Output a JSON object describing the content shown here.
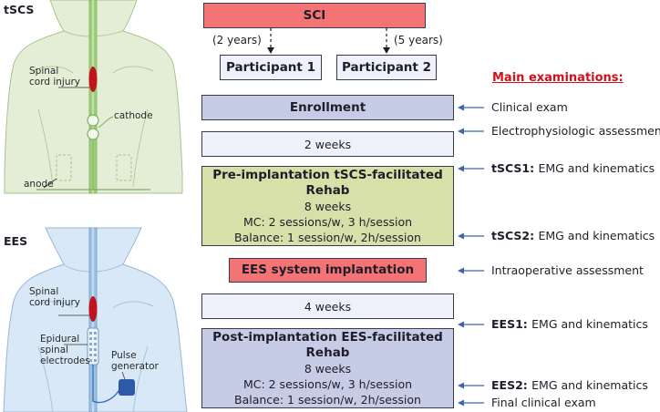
{
  "left_panel": {
    "top": {
      "label": "tSCS",
      "injury_label": [
        "Spinal",
        "cord injury"
      ],
      "cathode_label": "cathode",
      "anode_label": "anode"
    },
    "bottom": {
      "label": "EES",
      "injury_label": [
        "Spinal",
        "cord injury"
      ],
      "electrodes_label": [
        "Epidural",
        "spinal",
        "electrodes"
      ],
      "generator_label": [
        "Pulse",
        "generator"
      ]
    }
  },
  "flow": {
    "sci": "SCI",
    "left_duration": "(2 years)",
    "right_duration": "(5 years)",
    "participant1": "Participant 1",
    "participant2": "Participant 2",
    "enrollment": "Enrollment",
    "weeks_a": "2 weeks",
    "pre_rehab": {
      "title": "Pre-implantation tSCS-facilitated Rehab",
      "lines": [
        "8 weeks",
        "MC: 2 sessions/w, 3 h/session",
        "Balance: 1 session/w, 2h/session"
      ]
    },
    "implant": "EES system implantation",
    "weeks_b": "4 weeks",
    "post_rehab": {
      "title": "Post-implantation EES-facilitated Rehab",
      "lines": [
        "8 weeks",
        "MC: 2 sessions/w, 3 h/session",
        "Balance: 1 session/w, 2h/session"
      ]
    }
  },
  "exams": {
    "header": "Main examinations:",
    "items": [
      {
        "bold": "",
        "text": "Clinical exam"
      },
      {
        "bold": "",
        "text": "Electrophysiologic assessment"
      },
      {
        "bold": "tSCS1:",
        "text": "EMG and kinematics"
      },
      {
        "bold": "tSCS2:",
        "text": "EMG and kinematics"
      },
      {
        "bold": "",
        "text": "Intraoperative assessment"
      },
      {
        "bold": "EES1:",
        "text": "EMG and kinematics"
      },
      {
        "bold": "EES2:",
        "text": "EMG and kinematics"
      },
      {
        "bold": "",
        "text": "Final clinical exam"
      }
    ]
  },
  "colors": {
    "sci_fill": "#f47374",
    "participant_fill": "#eef0fa",
    "enroll_fill": "#c7cce6",
    "weeks_fill": "#eef0fa",
    "pre_fill": "#d7e0a8",
    "post_fill": "#c7cce6",
    "header_red": "#d0101a",
    "arrow_blue": "#3e64b0",
    "body_fill": "#e0ecd0",
    "body_fill_ees": "#d6e8f6"
  }
}
